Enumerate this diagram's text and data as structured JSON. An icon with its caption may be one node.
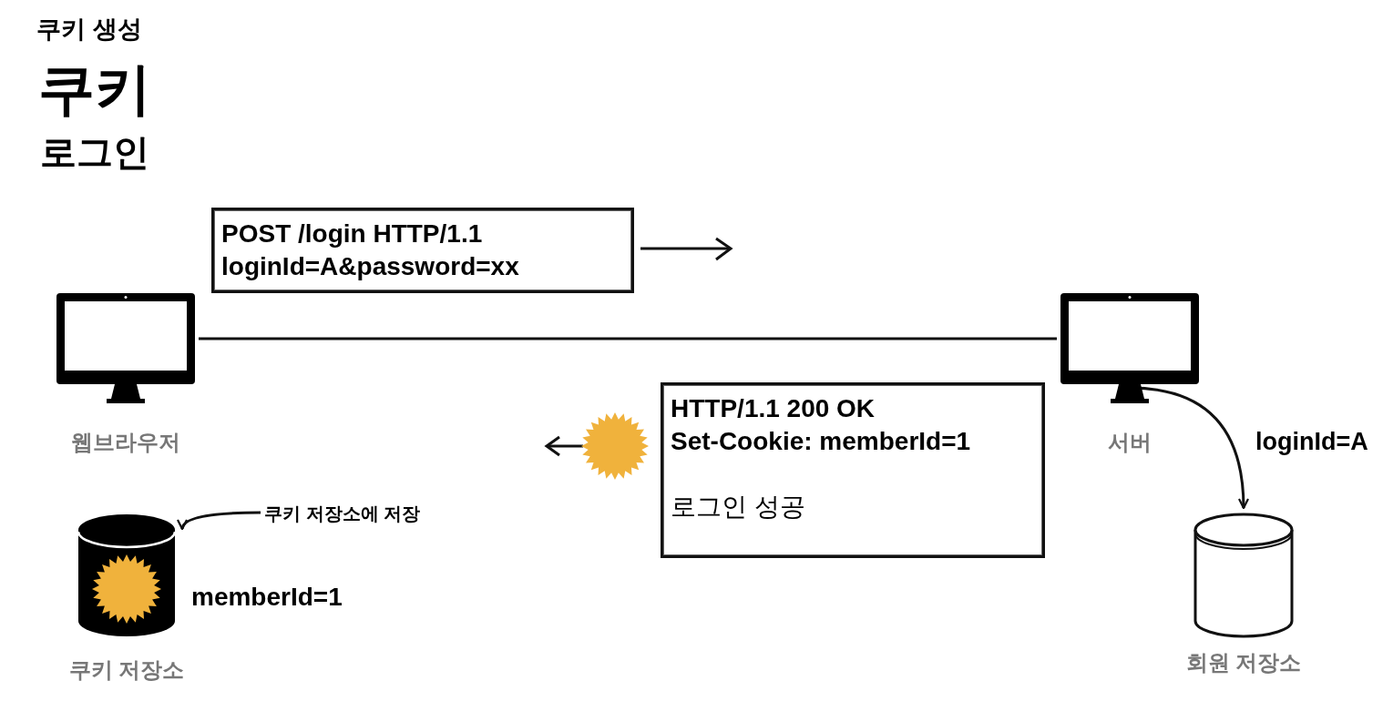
{
  "diagram": {
    "title": "쿠키",
    "nodes": [
      {
        "text": [
          "웹브라우저"
        ]
      },
      {
        "text": [
          "서버"
        ]
      },
      {
        "text": [
          "POST /login HTTP/1.1",
          "loginId=A&password=xx"
        ]
      },
      {
        "text": [
          "HTTP/1.1 200 OK",
          "Set-Cookie: memberId=1",
          "로그인 성공"
        ]
      },
      {
        "text": [
          "쿠키 저장소"
        ],
        "beside": [
          "memberId=1"
        ]
      },
      {
        "text": [
          "쿠키 저장소에 저장"
        ]
      },
      {
        "text": [
          "회원 저장소"
        ]
      }
    ],
    "edges": [
      {
        "from": 0,
        "to": 1,
        "arrow": "none"
      },
      {
        "from": 1,
        "to": 6,
        "arrow": "to",
        "label": "loginId=A"
      },
      {
        "from": 5,
        "to": 4,
        "arrow": "to"
      }
    ],
    "labels": [
      "쿠키 생성",
      "로그인"
    ]
  }
}
